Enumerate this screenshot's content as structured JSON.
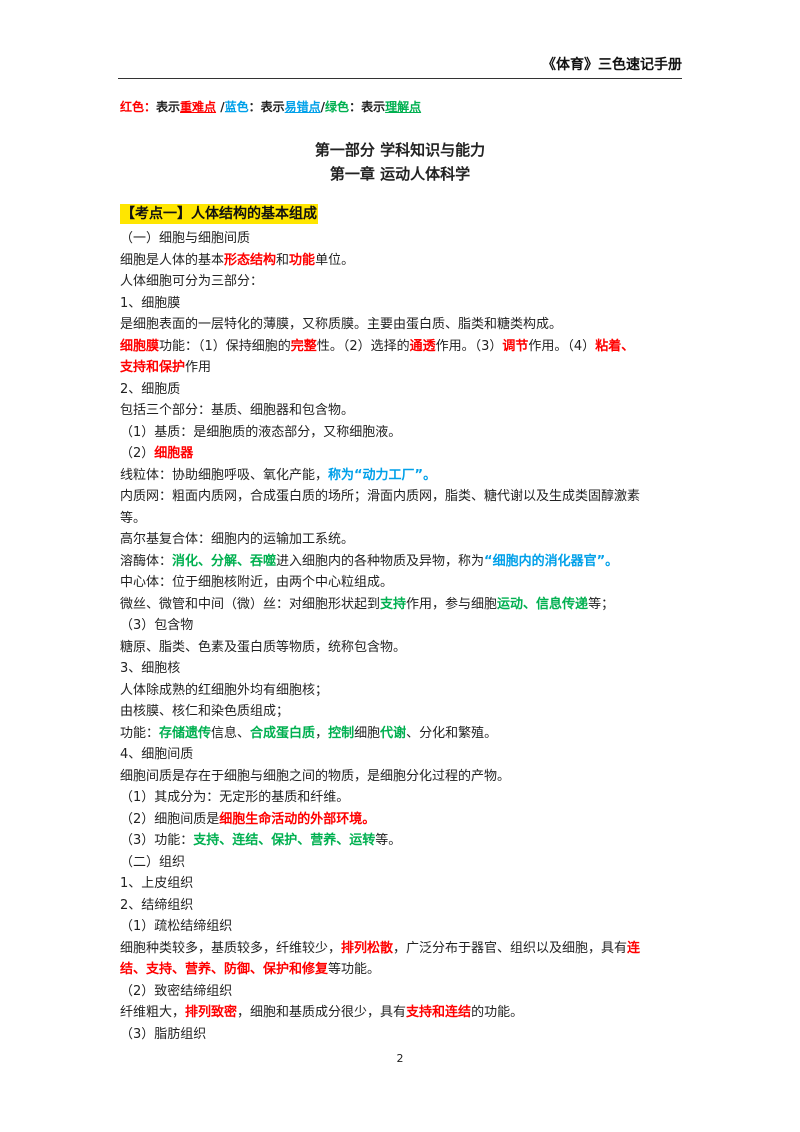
{
  "header": {
    "title": "《体育》三色速记手册"
  },
  "legend": {
    "red_label": "红色：",
    "red_mid": "表示",
    "red_word": "重难点",
    "sep1": " /",
    "blue_label": "蓝色",
    "blue_mid": "：表示",
    "blue_word": "易错点",
    "sep2": "/",
    "green_label": "绿色",
    "green_mid": "：表示",
    "green_word": "理解点"
  },
  "titles": {
    "part": "第一部分  学科知识与能力",
    "chapter": "第一章  运动人体科学"
  },
  "content": {
    "kaodian": "【考点一】人体结构的基本组成",
    "l01": "（一）细胞与细胞间质",
    "l02a": "细胞是人体的基本",
    "l02b": "形态结构",
    "l02c": "和",
    "l02d": "功能",
    "l02e": "单位。",
    "l03": "人体细胞可分为三部分：",
    "l04": "1、细胞膜",
    "l05": "是细胞表面的一层特化的薄膜，又称质膜。主要由蛋白质、脂类和糖类构成。",
    "l06a": "细胞膜",
    "l06b": "功能：（1）保持细胞的",
    "l06c": "完整",
    "l06d": "性。（2）选择的",
    "l06e": "通透",
    "l06f": "作用。（3）",
    "l06g": "调节",
    "l06h": "作用。（4）",
    "l06i": "粘着、",
    "l07a": "支持和保护",
    "l07b": "作用",
    "l08": "2、细胞质",
    "l09": "包括三个部分：基质、细胞器和包含物。",
    "l10": "（1）基质：是细胞质的液态部分，又称细胞液。",
    "l11a": "（2）",
    "l11b": "细胞器",
    "l12a": "线粒体：协助细胞呼吸、氧化产能，",
    "l12b": "称为“动力工厂”。",
    "l13": "内质网：粗面内质网，合成蛋白质的场所；滑面内质网，脂类、糖代谢以及生成类固醇激素",
    "l14": "等。",
    "l15": "高尔基复合体：细胞内的运输加工系统。",
    "l16a": "溶酶体：",
    "l16b": "消化、分解、吞噬",
    "l16c": "进入细胞内的各种物质及异物，称为",
    "l16d": "“细胞内的消化器官”。",
    "l17": "中心体：位于细胞核附近，由两个中心粒组成。",
    "l18a": "微丝、微管和中间（微）丝：对细胞形状起到",
    "l18b": "支持",
    "l18c": "作用，参与细胞",
    "l18d": "运动、信息传递",
    "l18e": "等；",
    "l19": "（3）包含物",
    "l20": "糖原、脂类、色素及蛋白质等物质，统称包含物。",
    "l21": "3、细胞核",
    "l22": "人体除成熟的红细胞外均有细胞核；",
    "l23": "由核膜、核仁和染色质组成；",
    "l24a": "功能：",
    "l24b": "存储遗传",
    "l24c": "信息、",
    "l24d": "合成蛋白质",
    "l24e": "，",
    "l24f": "控制",
    "l24g": "细胞",
    "l24h": "代谢",
    "l24i": "、分化和繁殖。",
    "l25": "4、细胞间质",
    "l26": "细胞间质是存在于细胞与细胞之间的物质，是细胞分化过程的产物。",
    "l27": "（1）其成分为：无定形的基质和纤维。",
    "l28a": "（2）细胞间质是",
    "l28b": "细胞生命活动的外部环境。",
    "l29a": "（3）功能：",
    "l29b": "支持、连结、保护、营养、运转",
    "l29c": "等。",
    "l30": "（二）组织",
    "l31": "1、上皮组织",
    "l32": "2、结缔组织",
    "l33": "（1）疏松结缔组织",
    "l34a": "细胞种类较多，基质较多，纤维较少，",
    "l34b": "排列松散",
    "l34c": "，广泛分布于器官、组织以及细胞，具有",
    "l34d": "连",
    "l35a": "结、支持、营养、防御、保护和修复",
    "l35b": "等功能。",
    "l36": "（2）致密结缔组织",
    "l37a": "纤维粗大，",
    "l37b": "排列致密",
    "l37c": "，细胞和基质成分很少，具有",
    "l37d": "支持和连结",
    "l37e": "的功能。",
    "l38": "（3）脂肪组织"
  },
  "page_number": "2",
  "colors": {
    "red": "#ff0000",
    "blue": "#00a0e9",
    "green": "#00b050",
    "highlight": "#ffe600"
  }
}
